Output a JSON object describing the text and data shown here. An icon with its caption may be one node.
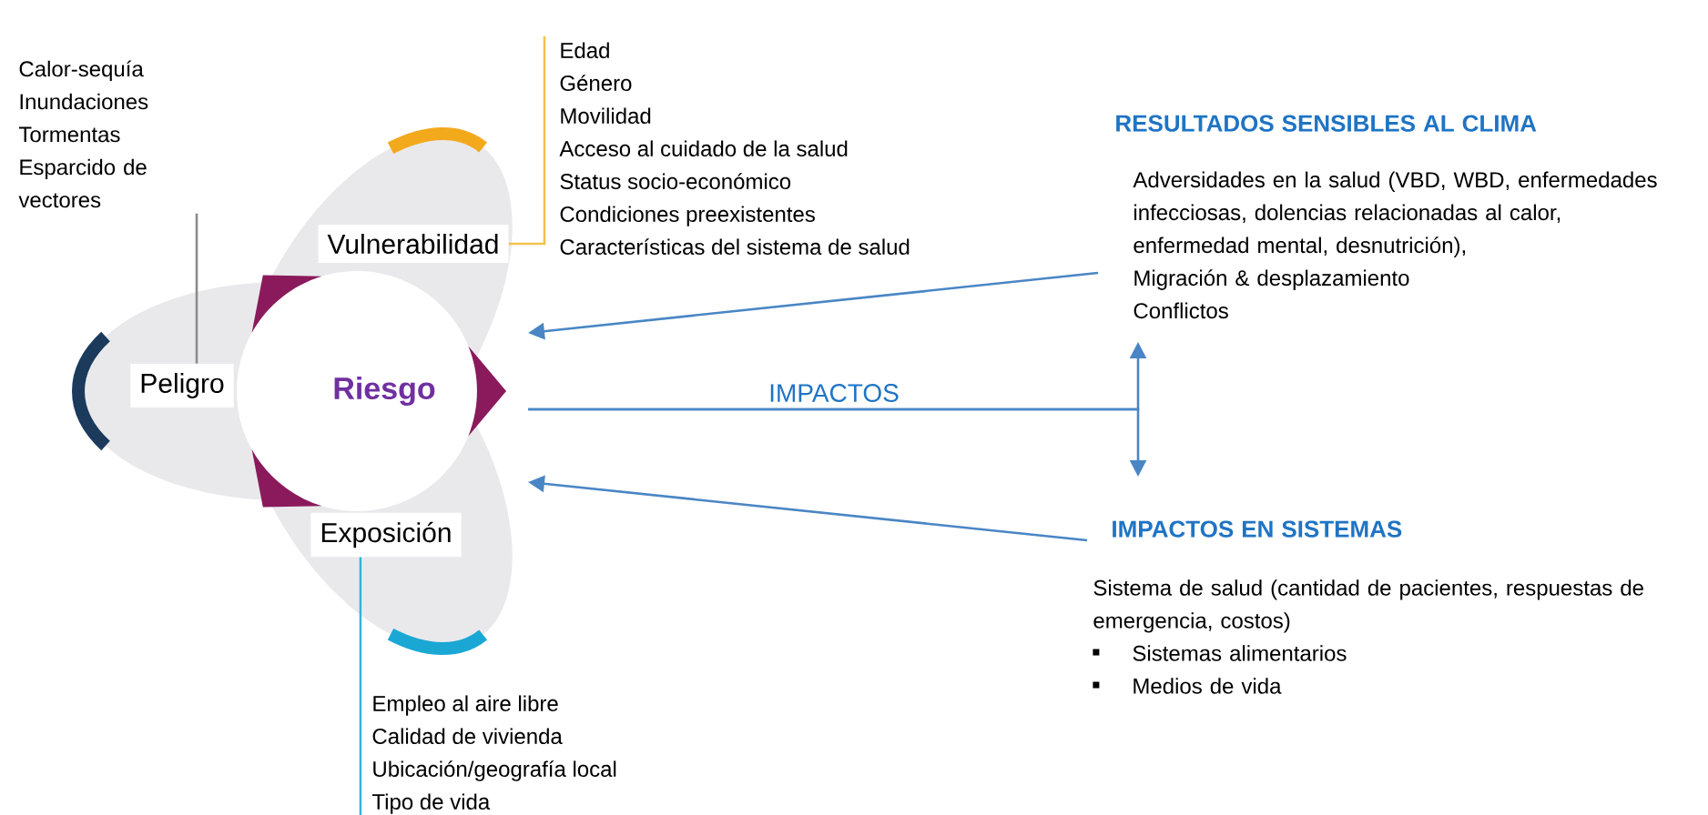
{
  "diagram": {
    "nodes": [
      {
        "text": [
          "Peligro"
        ]
      },
      {
        "text": [
          "Riesgo"
        ]
      },
      {
        "text": [
          "Vulnerabilidad"
        ]
      },
      {
        "text": [
          "Exposición"
        ]
      },
      {
        "text": [
          "Calor-sequía",
          "Inundaciones",
          "Tormentas",
          "Esparcido de vectores"
        ]
      },
      {
        "text": [
          "Edad",
          "Género",
          "Movilidad",
          "Acceso al cuidado de la salud",
          "Status socio-económico",
          "Condiciones preexistentes",
          "Características del sistema de salud"
        ]
      },
      {
        "text": [
          "Empleo al aire libre",
          "Calidad de vivienda",
          "Ubicación/geografía local",
          "Tipo de vida"
        ]
      },
      {
        "text": [
          "RESULTADOS SENSIBLES AL CLIMA",
          "Adversidades en la salud (VBD, WBD, enfermedades infecciosas, dolencias relacionadas al calor, enfermedad mental, desnutrición),",
          "Migración & desplazamiento",
          "Conflictos"
        ]
      },
      {
        "text": [
          "IMPACTOS EN SISTEMAS",
          "Sistema de salud (cantidad de pacientes, respuestas de emergencia, costos)",
          "Sistemas alimentarios",
          "Medios de vida"
        ]
      }
    ],
    "edges": [
      {
        "from": 0,
        "to": 4,
        "arrow": "none",
        "color": "#8c8c8c"
      },
      {
        "from": 2,
        "to": 5,
        "arrow": "none",
        "color": "#f2c14e"
      },
      {
        "from": 3,
        "to": 6,
        "arrow": "none",
        "color": "#35b3d6"
      },
      {
        "from": 7,
        "to": 1,
        "arrow": "to"
      },
      {
        "from": 1,
        "to": 7,
        "arrow": "to",
        "label": "IMPACTOS"
      },
      {
        "from": 1,
        "to": 8,
        "arrow": "to"
      },
      {
        "from": 8,
        "to": 1,
        "arrow": "to"
      }
    ]
  }
}
